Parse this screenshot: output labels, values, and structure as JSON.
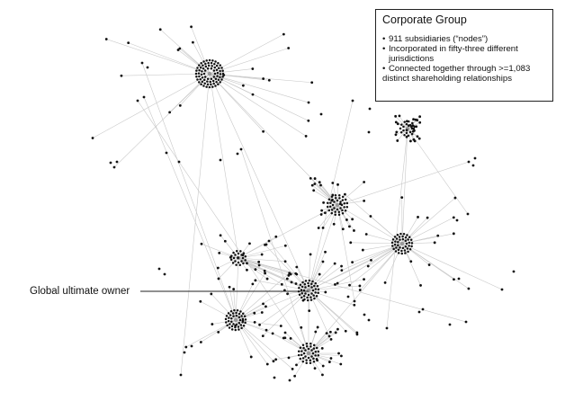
{
  "infobox": {
    "title": "Corporate Group",
    "bullets": [
      "911 subsidiaries (“nodes”)",
      "Incorporated in fifty-three different jurisdictions",
      "Connected together through >=1,083"
    ],
    "tail": "distinct shareholding relationships"
  },
  "annotation": {
    "label": "Global ultimate owner"
  },
  "colors": {
    "node": "#111111",
    "edge": "#c8c8c8",
    "hub_core": "#9a9a9a"
  }
}
